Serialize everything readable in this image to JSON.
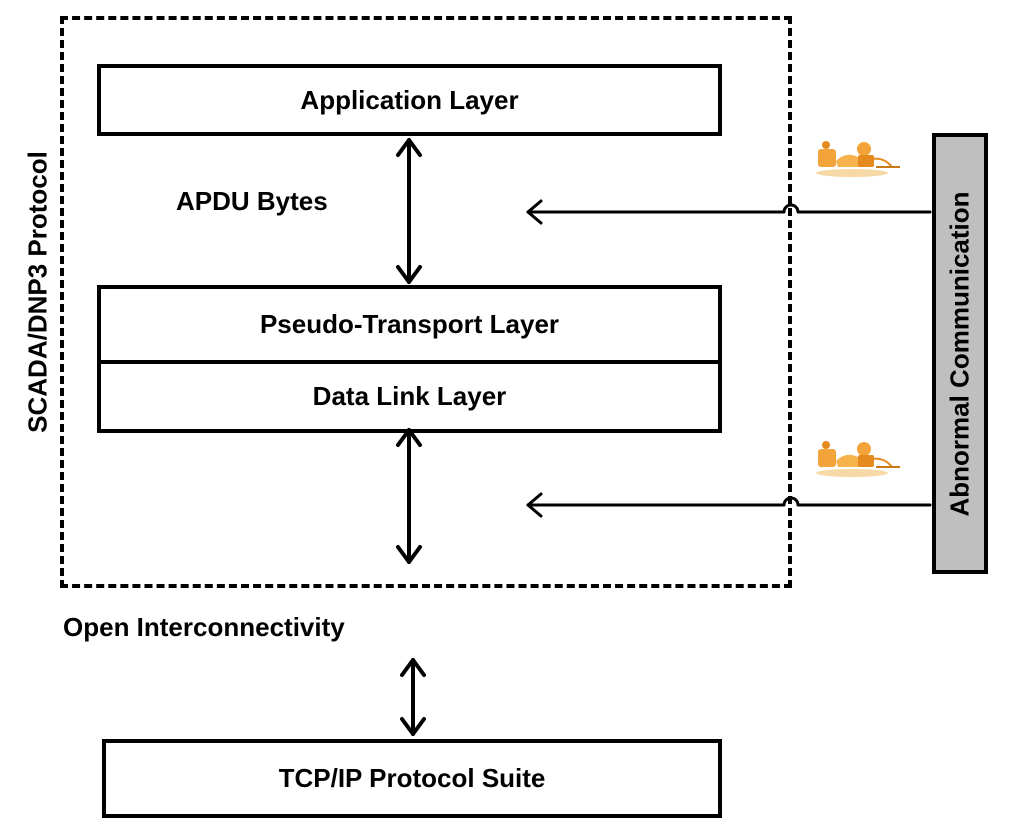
{
  "protocol_label": "SCADA/DNP3 Protocol",
  "layers": {
    "application": "Application Layer",
    "pseudo_transport": "Pseudo-Transport Layer",
    "data_link": "Data Link Layer",
    "tcpip": "TCP/IP Protocol Suite"
  },
  "apdu_label": "APDU Bytes",
  "open_interconnectivity_label": "Open Interconnectivity",
  "abnormal_communication_label": "Abnormal Communication",
  "icons": [
    "attacker-icon",
    "attacker-icon"
  ]
}
